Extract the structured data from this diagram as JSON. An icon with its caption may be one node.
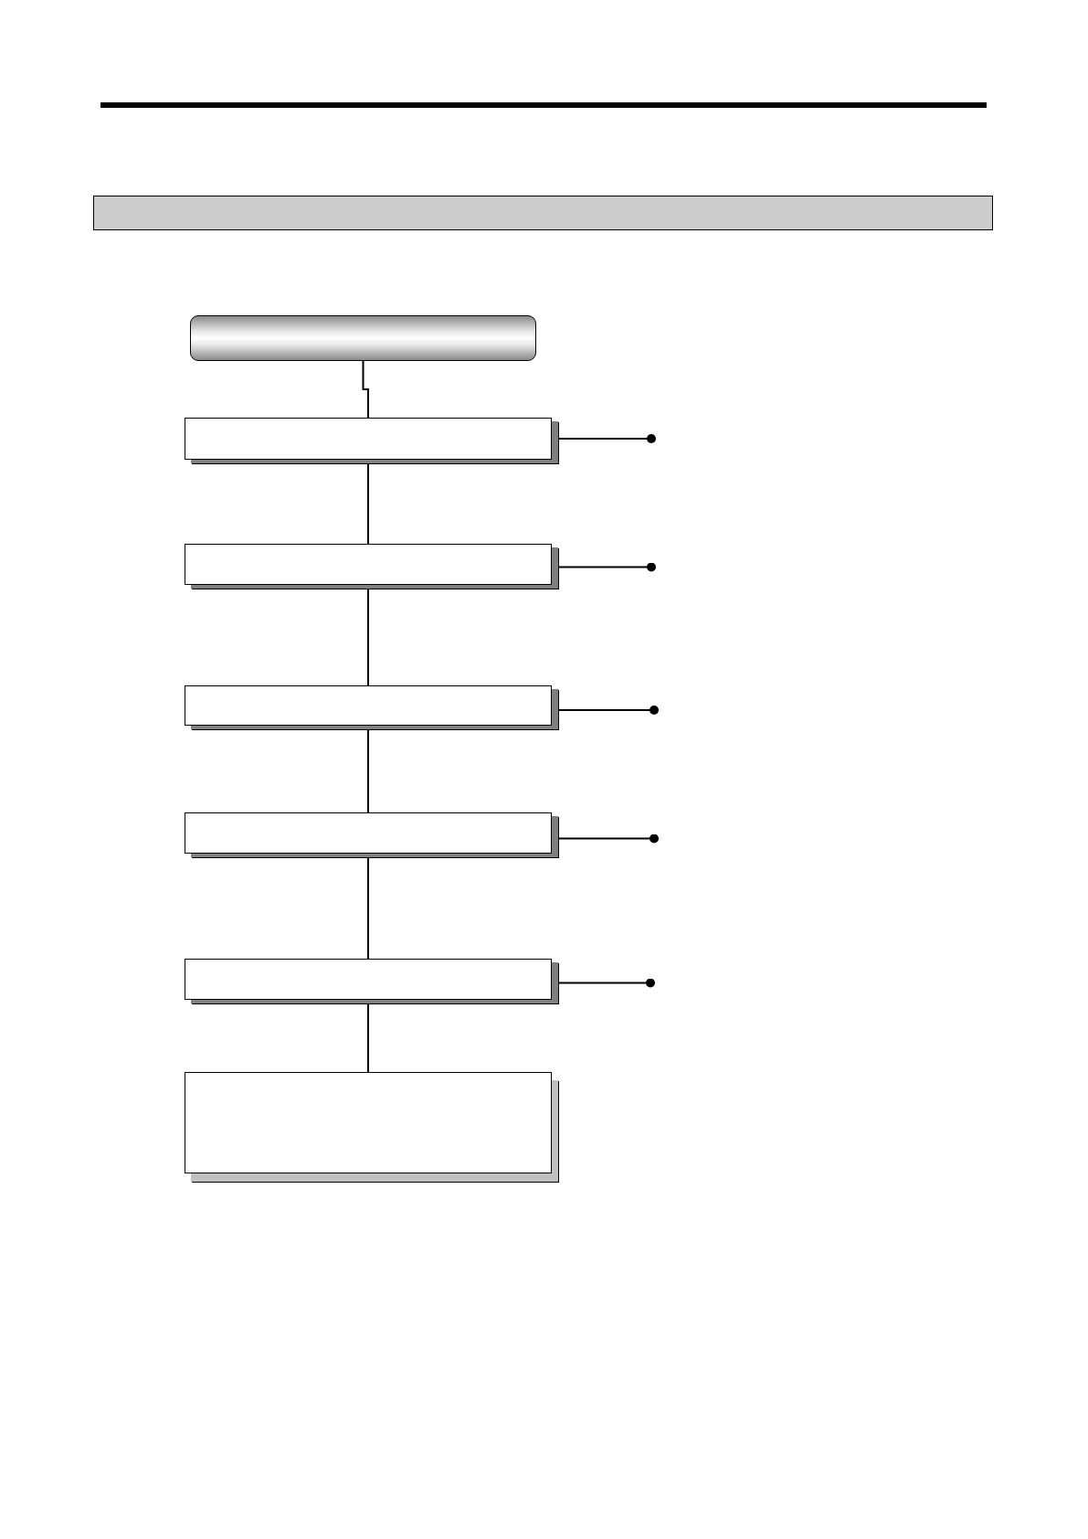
{
  "diagram": {
    "nodes": [
      {
        "text": [],
        "shape": "bar"
      },
      {
        "text": [],
        "shape": "box"
      },
      {
        "text": [],
        "shape": "box"
      },
      {
        "text": [],
        "shape": "box"
      },
      {
        "text": [],
        "shape": "box"
      },
      {
        "text": [],
        "shape": "box"
      },
      {
        "text": [],
        "shape": "box"
      },
      {
        "text": [],
        "shape": "box"
      }
    ],
    "edges": [
      {
        "from": 1,
        "to": 2,
        "arrow": "none"
      },
      {
        "from": 2,
        "to": 3,
        "arrow": "none"
      },
      {
        "from": 3,
        "to": 4,
        "arrow": "none"
      },
      {
        "from": 4,
        "to": 5,
        "arrow": "none"
      },
      {
        "from": 5,
        "to": 6,
        "arrow": "none"
      },
      {
        "from": 6,
        "to": 7,
        "arrow": "none"
      },
      {
        "from": 2,
        "to": null,
        "arrow": "other"
      },
      {
        "from": 3,
        "to": null,
        "arrow": "other"
      },
      {
        "from": 4,
        "to": null,
        "arrow": "other"
      },
      {
        "from": 5,
        "to": null,
        "arrow": "other"
      },
      {
        "from": 6,
        "to": null,
        "arrow": "other"
      }
    ]
  }
}
